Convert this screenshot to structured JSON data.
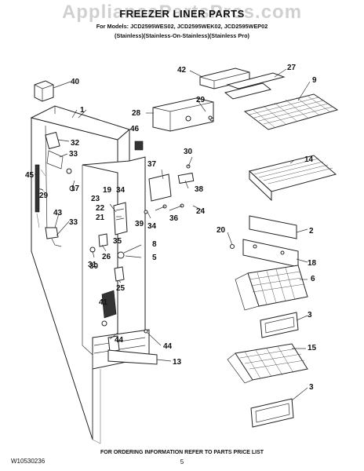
{
  "header": {
    "watermark": "AppliancePartsPros.com",
    "title": "FREEZER LINER PARTS",
    "models": "For Models: JCD2595WES02, JCD2595WEK02, JCD2595WEP02",
    "variants": "(Stainless)(Stainless-On-Stainless)(Stainless Pro)"
  },
  "footer": {
    "note": "FOR ORDERING INFORMATION REFER TO PARTS PRICE LIST",
    "doc_number": "W10530236",
    "page": "5"
  },
  "callouts": [
    {
      "id": "c40a",
      "label": "40"
    },
    {
      "id": "c1",
      "label": "1"
    },
    {
      "id": "c32",
      "label": "32"
    },
    {
      "id": "c33a",
      "label": "33"
    },
    {
      "id": "c45",
      "label": "45"
    },
    {
      "id": "c29a",
      "label": "29"
    },
    {
      "id": "c17",
      "label": "17"
    },
    {
      "id": "c43",
      "label": "43"
    },
    {
      "id": "c33b",
      "label": "33"
    },
    {
      "id": "c42",
      "label": "42"
    },
    {
      "id": "c27",
      "label": "27"
    },
    {
      "id": "c9",
      "label": "9"
    },
    {
      "id": "c28",
      "label": "28"
    },
    {
      "id": "c29b",
      "label": "29"
    },
    {
      "id": "c46",
      "label": "46"
    },
    {
      "id": "c30a",
      "label": "30"
    },
    {
      "id": "c37",
      "label": "37"
    },
    {
      "id": "c38",
      "label": "38"
    },
    {
      "id": "c23",
      "label": "23"
    },
    {
      "id": "c19",
      "label": "19"
    },
    {
      "id": "c34a",
      "label": "34"
    },
    {
      "id": "c22",
      "label": "22"
    },
    {
      "id": "c21",
      "label": "21"
    },
    {
      "id": "c39",
      "label": "39"
    },
    {
      "id": "c34b",
      "label": "34"
    },
    {
      "id": "c36",
      "label": "36"
    },
    {
      "id": "c24",
      "label": "24"
    },
    {
      "id": "c14",
      "label": "14"
    },
    {
      "id": "c35",
      "label": "35"
    },
    {
      "id": "c20",
      "label": "20"
    },
    {
      "id": "c2",
      "label": "2"
    },
    {
      "id": "c8",
      "label": "8"
    },
    {
      "id": "c31",
      "label": "31"
    },
    {
      "id": "c26",
      "label": "26"
    },
    {
      "id": "c5",
      "label": "5"
    },
    {
      "id": "c30b",
      "label": "30"
    },
    {
      "id": "c18",
      "label": "18"
    },
    {
      "id": "c25",
      "label": "25"
    },
    {
      "id": "c6",
      "label": "6"
    },
    {
      "id": "c41",
      "label": "41"
    },
    {
      "id": "c3a",
      "label": "3"
    },
    {
      "id": "c44a",
      "label": "44"
    },
    {
      "id": "c44b",
      "label": "44"
    },
    {
      "id": "c13",
      "label": "13"
    },
    {
      "id": "c15",
      "label": "15"
    },
    {
      "id": "c3b",
      "label": "3"
    }
  ]
}
